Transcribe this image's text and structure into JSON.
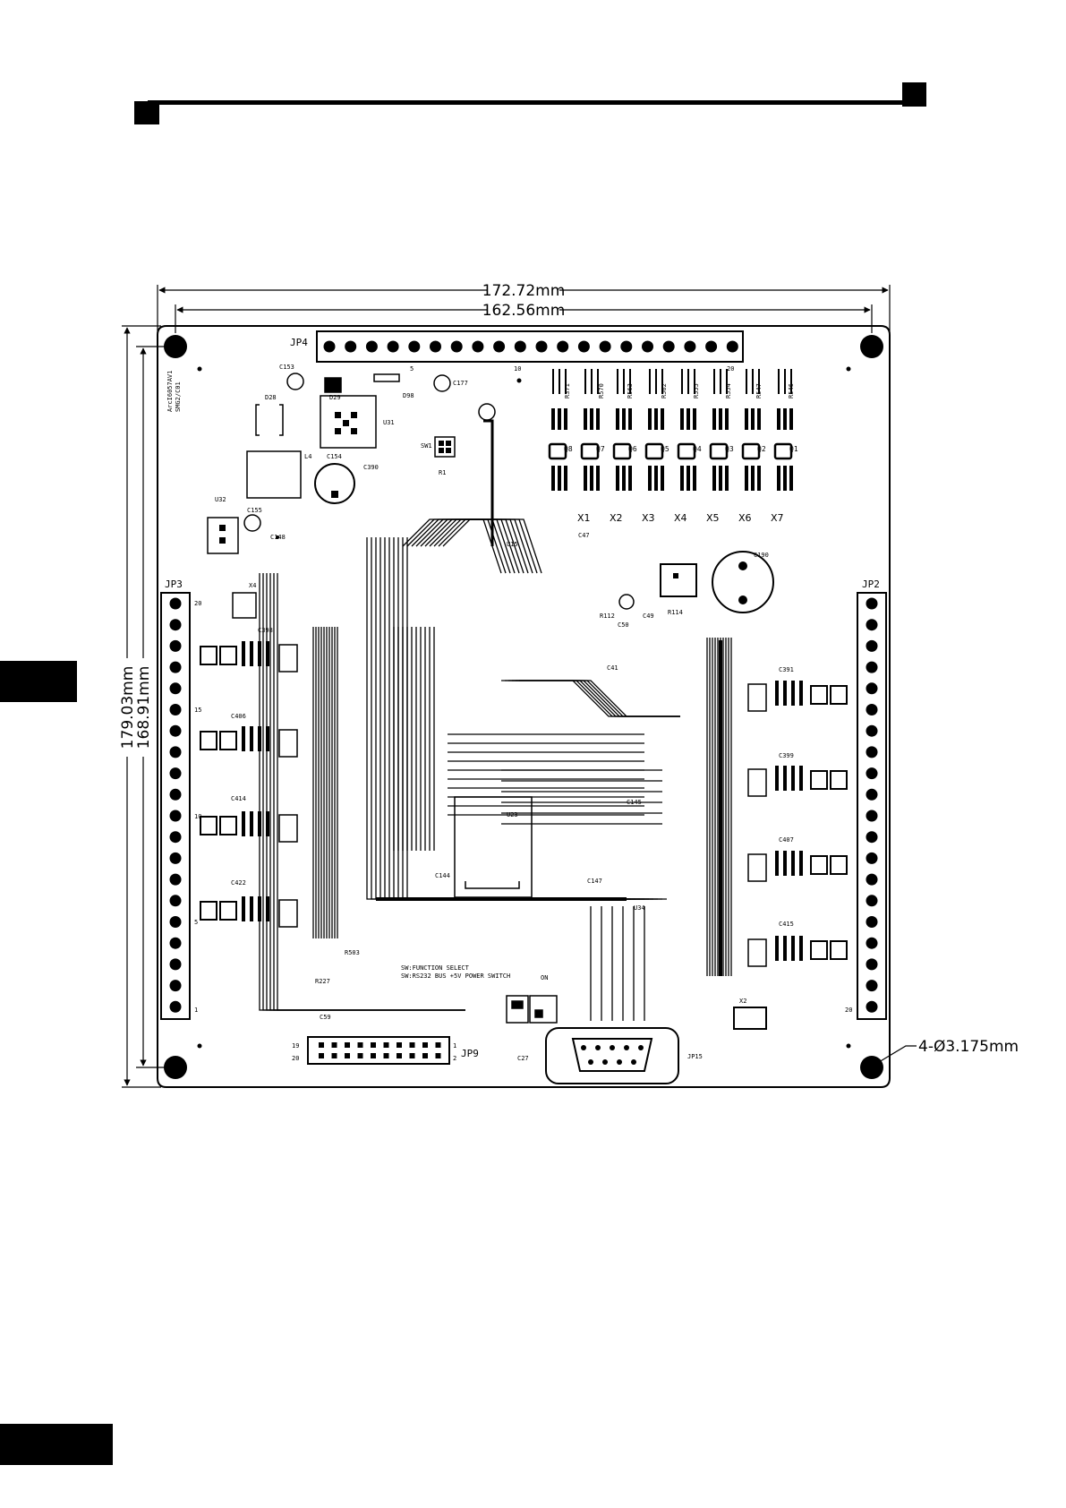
{
  "page": {
    "background": "#ffffff",
    "ink": "#000000"
  },
  "dimensions": {
    "outer_width": "172.72mm",
    "inner_width": "162.56mm",
    "outer_height": "179.03mm",
    "inner_height": "168.91mm",
    "mount_holes": "4-Ø3.175mm"
  },
  "board": {
    "id_text_1": "ArcI6057AV1",
    "id_text_2": "SMG2/C01",
    "connectors": {
      "jp4": "JP4",
      "jp3": "JP3",
      "jp2": "JP2",
      "jp9": "JP9",
      "jp15": "JP15",
      "jp4_pin_5": "5",
      "jp4_pin_10": "10",
      "jp4_pin_20": "20",
      "jp3_pin_20": "20",
      "jp3_pin_15": "15",
      "jp3_pin_10": "10",
      "jp3_pin_5": "5",
      "jp3_pin_1": "1",
      "jp2_pin_20": "20",
      "jp9_pin_19": "19",
      "jp9_pin_20": "20",
      "jp9_pin_1": "1",
      "jp9_pin_2": "2"
    },
    "channels": [
      "X1",
      "X2",
      "X3",
      "X4",
      "X5",
      "X6",
      "X7"
    ],
    "switch_note_1": "SW:FUNCTION SELECT",
    "switch_note_2": "SW:RS232 BUS +5V POWER SWITCH",
    "switch_on": "ON",
    "components": {
      "u31": "U31",
      "u32": "U32",
      "u15": "U15",
      "u23": "U23",
      "u34": "U34",
      "l4": "L4",
      "c154": "C154",
      "c153": "C153",
      "c177": "C177",
      "c390": "C390",
      "c155": "C155",
      "c148": "C148",
      "d28": "D28",
      "d29": "D29",
      "d98": "D98",
      "sw1": "SW1",
      "r1": "R1",
      "x4": "X4",
      "x2": "X2",
      "c190": "C190",
      "c47": "C47",
      "c41": "C41",
      "c49": "C49",
      "c50": "C50",
      "c145": "C145",
      "c144": "C144",
      "c147": "C147",
      "c59": "C59",
      "c27": "C27",
      "r503": "R503",
      "r227": "R227",
      "r114": "R114",
      "r112": "R112",
      "q8": "Q8",
      "q7": "Q7",
      "q6": "Q6",
      "q5": "Q5",
      "q4": "Q4",
      "q3": "Q3",
      "q2": "Q2",
      "q1": "Q1",
      "c398": "C398",
      "c406": "C406",
      "c414": "C414",
      "c422": "C422",
      "c391": "C391",
      "c399": "C399",
      "c407": "C407",
      "c415": "C415",
      "r371": "R371",
      "r570": "R570",
      "r563": "R563",
      "r562": "R562",
      "r555": "R555",
      "r554": "R554",
      "r547": "R547",
      "r546": "R546"
    }
  }
}
